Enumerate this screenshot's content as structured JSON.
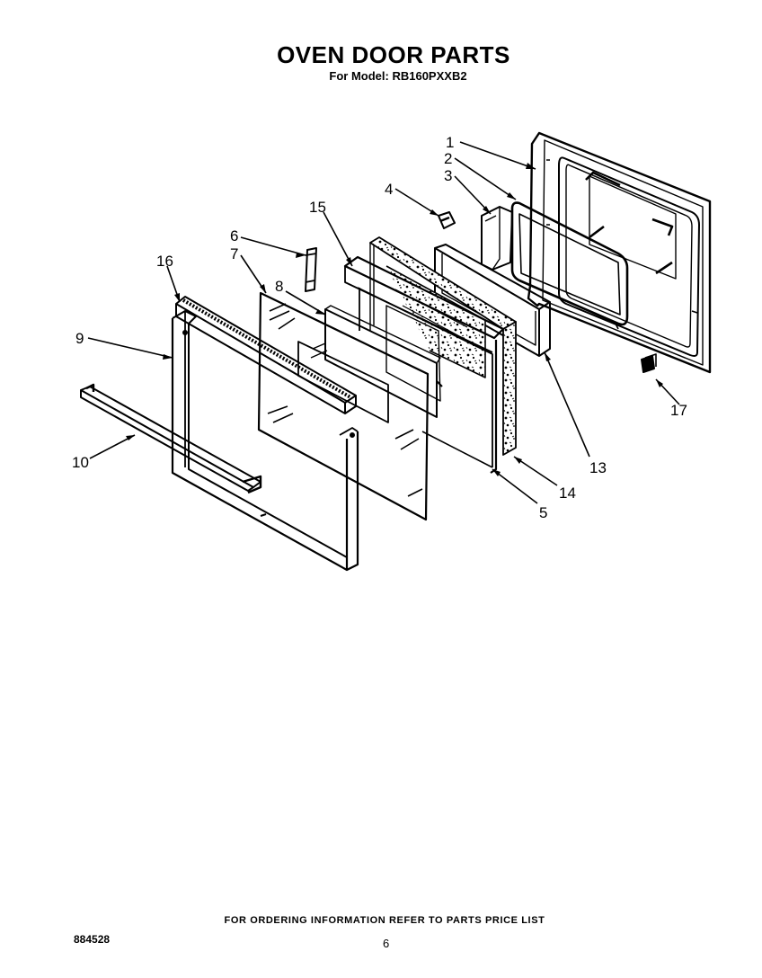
{
  "header": {
    "title": "OVEN DOOR PARTS",
    "model": "For Model: RB160PXXB2"
  },
  "callouts": [
    "1",
    "2",
    "3",
    "4",
    "15",
    "6",
    "7",
    "8",
    "16",
    "9",
    "10",
    "17",
    "13",
    "14",
    "5"
  ],
  "footer": {
    "ordering_note": "FOR ORDERING INFORMATION REFER TO PARTS PRICE LIST",
    "doc_number": "884528",
    "page_number": "6"
  }
}
